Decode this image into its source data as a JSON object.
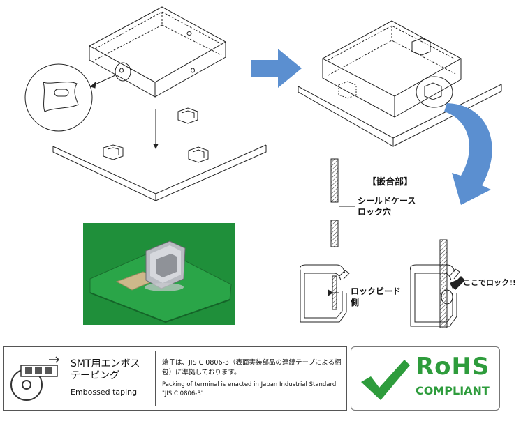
{
  "labels": {
    "fitting_part": "【嵌合部】",
    "shield_case_lock_hole": "シールドケース\nロック穴",
    "lock_bead_side": "ロックビード\n側",
    "lock_here": "ここでロック!!"
  },
  "taping": {
    "title": "SMT用エンボス\nテーピング",
    "subtitle": "Embossed taping",
    "description_jp": "端子は、JIS C 0806-3（表面実装部品の連続テープによる梱包）に準拠しております。",
    "description_en": "Packing of terminal is enacted in Japan Industrial Standard \"JIS C 0806-3\""
  },
  "rohs": {
    "title": "RoHS",
    "subtitle": "COMPLIANT"
  },
  "colors": {
    "arrow_blue": "#5b8fd0",
    "rohs_green": "#2e9c3c",
    "pcb_green": "#1f8f3a",
    "line": "#222222"
  },
  "icons": {
    "tape_reel": "tape-reel-icon",
    "check": "checkmark-icon"
  }
}
